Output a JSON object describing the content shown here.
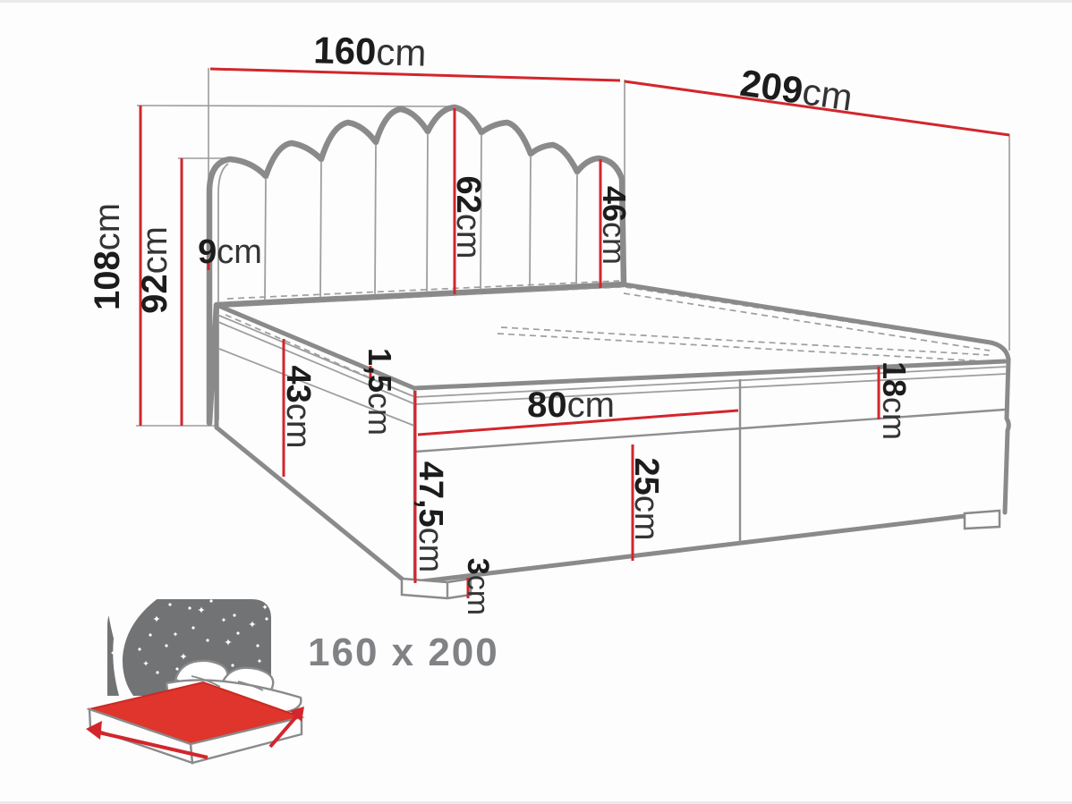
{
  "dims": [
    {
      "name": "width",
      "value": "160",
      "unit": "cm"
    },
    {
      "name": "length",
      "value": "209",
      "unit": "cm"
    },
    {
      "name": "total-height",
      "value": "108",
      "unit": "cm"
    },
    {
      "name": "headboard-side-height",
      "value": "92",
      "unit": "cm"
    },
    {
      "name": "headboard-thickness",
      "value": "9",
      "unit": "cm"
    },
    {
      "name": "headboard-center-height",
      "value": "62",
      "unit": "cm"
    },
    {
      "name": "headboard-right-height",
      "value": "46",
      "unit": "cm"
    },
    {
      "name": "side-panel-height",
      "value": "43",
      "unit": "cm"
    },
    {
      "name": "topper-edge-height",
      "value": "1,5",
      "unit": "cm"
    },
    {
      "name": "half-width",
      "value": "80",
      "unit": "cm"
    },
    {
      "name": "upper-box-height",
      "value": "18",
      "unit": "cm"
    },
    {
      "name": "lower-box-height",
      "value": "25",
      "unit": "cm"
    },
    {
      "name": "base-height",
      "value": "47,5",
      "unit": "cm"
    },
    {
      "name": "leg-height",
      "value": "3",
      "unit": "cm"
    }
  ],
  "badge": {
    "size_label": "160 x 200"
  },
  "colors": {
    "dimension_red": "#d2262c",
    "outline_gray": "#8a8a8a",
    "label_black": "#1c1c1c",
    "badge_gray": "#808285",
    "logo_night_gray": "#717375",
    "logo_mattress_red": "#df352c"
  }
}
